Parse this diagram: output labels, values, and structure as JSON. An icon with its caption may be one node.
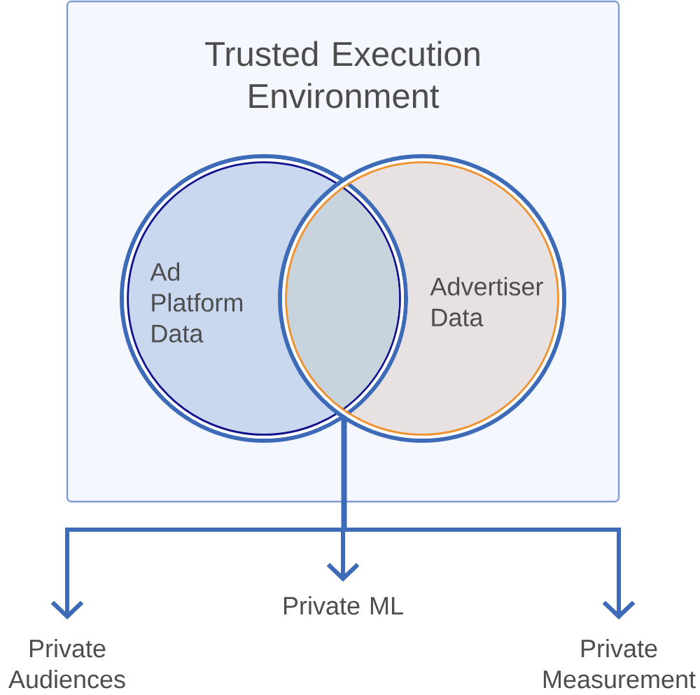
{
  "diagram": {
    "nodes": [
      {
        "text": [
          "Trusted Execution Environment"
        ]
      },
      {
        "text": [
          "Ad Platform Data"
        ],
        "in": 0
      },
      {
        "text": [
          "Advertiser Data"
        ],
        "in": 0
      },
      {
        "text": [
          "Private Audiences"
        ]
      },
      {
        "text": [
          "Private ML"
        ]
      },
      {
        "text": [
          "Private Measurement"
        ]
      }
    ],
    "edges": [
      {
        "from": 1,
        "to": 3,
        "arrow": "to"
      },
      {
        "from": 1,
        "to": 4,
        "arrow": "to"
      },
      {
        "from": 1,
        "to": 5,
        "arrow": "to"
      },
      {
        "from": 2,
        "to": 3,
        "arrow": "to"
      },
      {
        "from": 2,
        "to": 4,
        "arrow": "to"
      },
      {
        "from": 2,
        "to": 5,
        "arrow": "to"
      }
    ]
  }
}
